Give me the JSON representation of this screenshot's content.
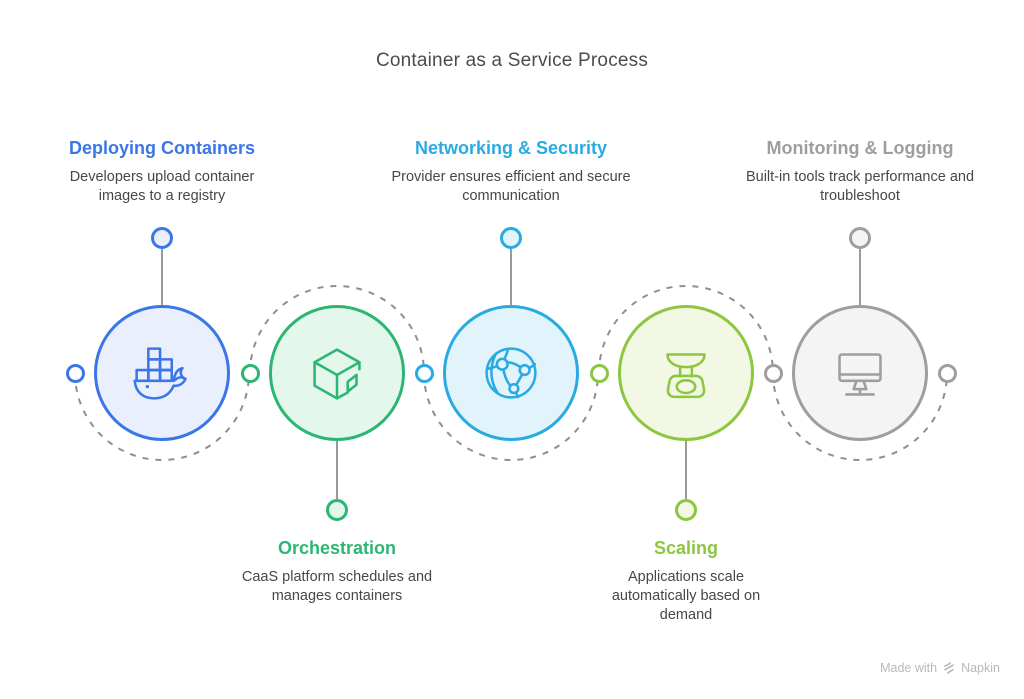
{
  "title": "Container as a Service Process",
  "stages": [
    {
      "title": "Deploying Containers",
      "description": "Developers upload container images to a registry",
      "icon": "docker-whale-icon",
      "label_position": "top",
      "color": "#3B76E8",
      "fill": "#E9EFFC"
    },
    {
      "title": "Orchestration",
      "description": "CaaS platform schedules and manages containers",
      "icon": "cube-icon",
      "label_position": "bottom",
      "color": "#2BB673",
      "fill": "#E3F7EC"
    },
    {
      "title": "Networking & Security",
      "description": "Provider ensures efficient and secure communication",
      "icon": "globe-network-icon",
      "label_position": "top",
      "color": "#29ABE2",
      "fill": "#E1F4FB"
    },
    {
      "title": "Scaling",
      "description": "Applications scale automatically based on demand",
      "icon": "weighing-scale-icon",
      "label_position": "bottom",
      "color": "#8DC63F",
      "fill": "#F2F8E3"
    },
    {
      "title": "Monitoring & Logging",
      "description": "Built-in tools track performance and troubleshoot",
      "icon": "desktop-monitor-icon",
      "label_position": "top",
      "color": "#9E9E9E",
      "fill": "#F4F4F4"
    }
  ],
  "connectors": {
    "line_color": "#9A9A9A",
    "dash_color": "#8F8F8F"
  },
  "watermark": {
    "prefix": "Made with",
    "brand": "Napkin",
    "logo_icon": "napkin-logo-icon"
  }
}
